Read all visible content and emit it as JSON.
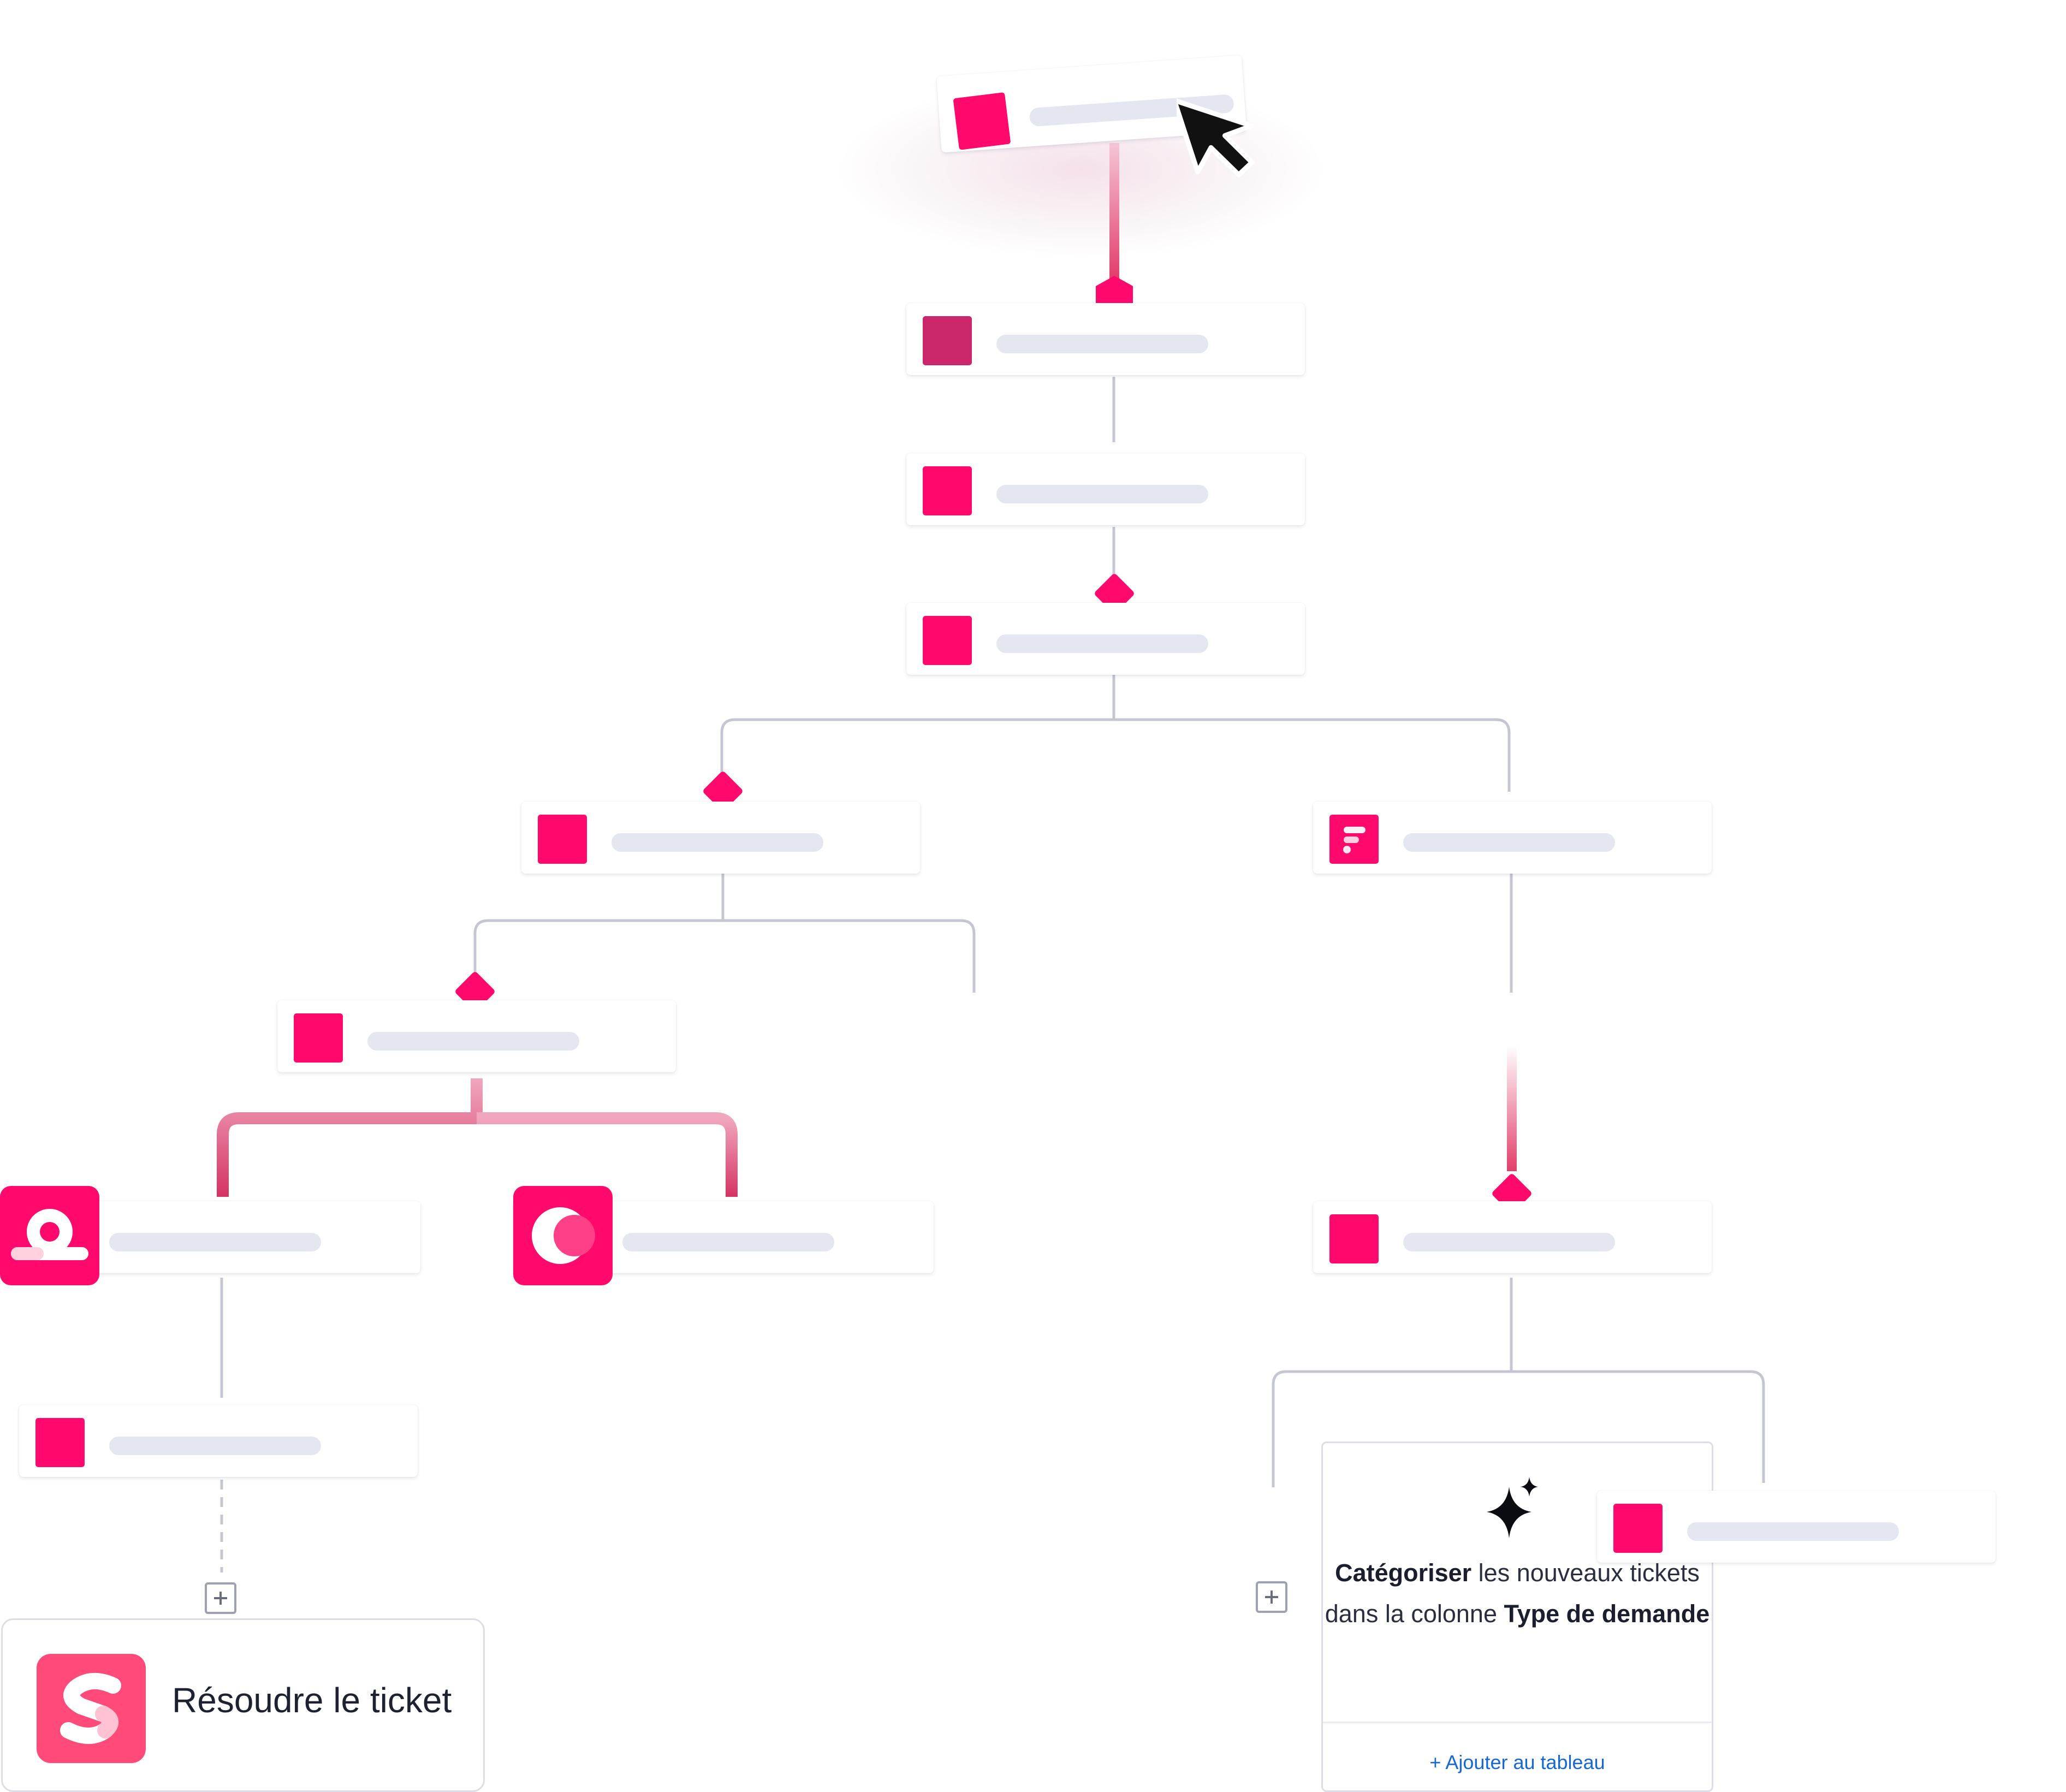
{
  "resolve_card": {
    "label": "Résoudre le ticket"
  },
  "ai_card": {
    "text_bold_1": "Catégoriser",
    "text_1": " les nouveaux tickets dans la colonne ",
    "text_bold_2": "Type de demande",
    "action": "+ Ajouter au tableau"
  },
  "colors": {
    "accent": "#ff0a6c",
    "accent_dark": "#c9276a",
    "connector": "#c4c6d2",
    "placeholder_bar": "#e4e6f0",
    "link": "#1668d6"
  },
  "icons": [
    "cursor-icon",
    "sparkle-icon",
    "plus-icon",
    "app-logo-icon"
  ]
}
